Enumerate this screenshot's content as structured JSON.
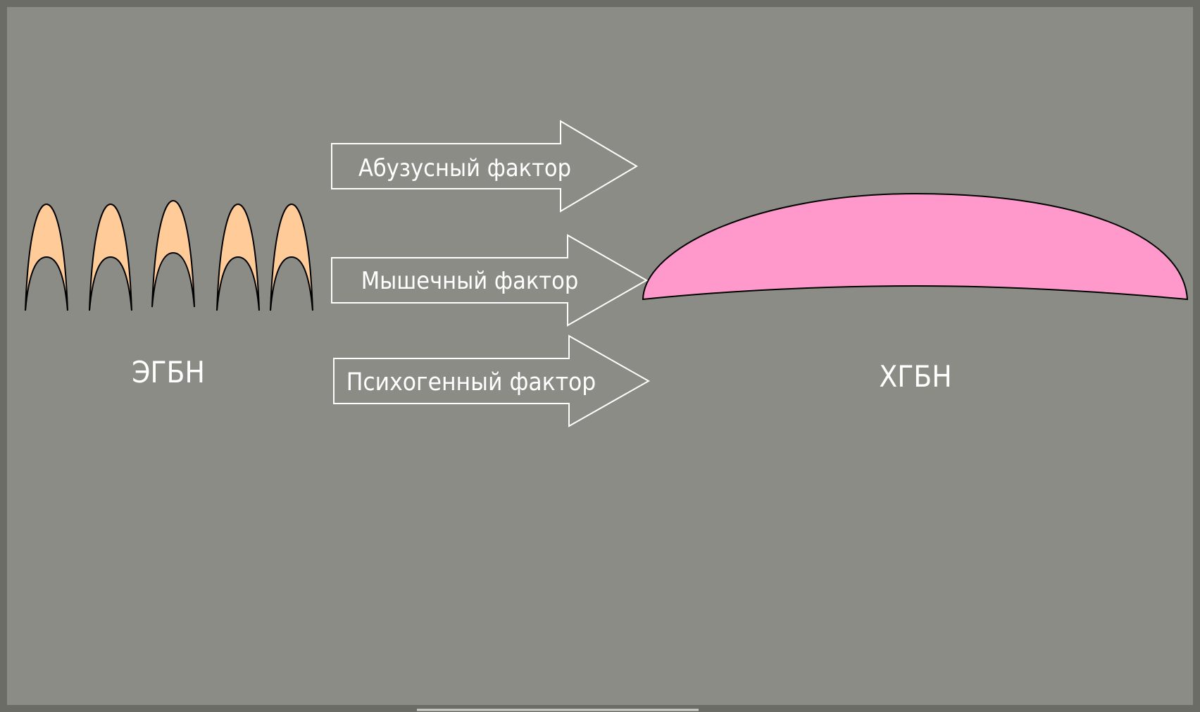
{
  "diagram": {
    "left_label": "ЭГБН",
    "right_label": "ХГБН",
    "arrows": [
      {
        "label": "Абузусный фактор"
      },
      {
        "label": "Мышечный фактор"
      },
      {
        "label": "Психогенный фактор"
      }
    ],
    "episode_count": 5,
    "colors": {
      "background": "#8b8c85",
      "frame": "#6b6c65",
      "episode_fill": "#ffcc99",
      "chronic_fill": "#ff99cc",
      "arrow_stroke": "#ffffff",
      "text": "#ffffff"
    }
  }
}
